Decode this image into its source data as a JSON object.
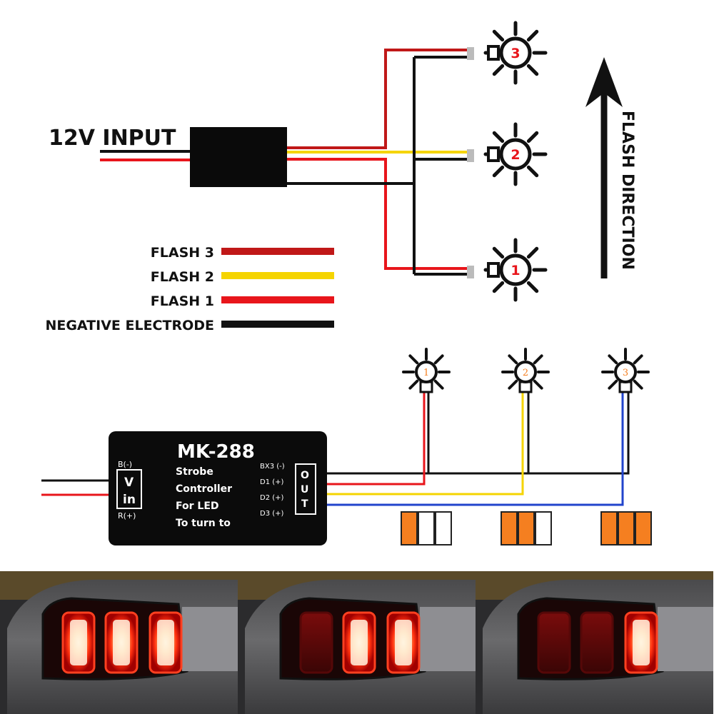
{
  "top_diagram": {
    "input_label": "12V INPUT",
    "bulbs": [
      {
        "number": "1"
      },
      {
        "number": "2"
      },
      {
        "number": "3"
      }
    ],
    "direction_label": "FLASH DIRECTION"
  },
  "legend": [
    {
      "label": "FLASH  3",
      "color": "#c01818"
    },
    {
      "label": "FLASH  2",
      "color": "#f5d400"
    },
    {
      "label": "FLASH  1",
      "color": "#e8151b"
    },
    {
      "label": "NEGATIVE ELECTRODE",
      "color": "#111111"
    }
  ],
  "module": {
    "title": "MK-288",
    "description_lines": [
      "Strobe",
      "Controller",
      "For LED",
      "To turn to"
    ],
    "input_terminals": {
      "neg": "B(-)",
      "pos": "R(+)",
      "vin_top": "V",
      "vin_bottom": "in"
    },
    "output_terminals": [
      "BX3 (-)",
      "D1  (+)",
      "D2  (+)",
      "D3  (+)"
    ],
    "out_label": [
      "O",
      "U",
      "T"
    ]
  },
  "bottom_bulbs": [
    {
      "number": "1",
      "wire_color": "#e8151b"
    },
    {
      "number": "2",
      "wire_color": "#f5d400"
    },
    {
      "number": "3",
      "wire_color": "#2244cc"
    }
  ],
  "sequence_indicators": [
    [
      true,
      false,
      false
    ],
    [
      true,
      true,
      false
    ],
    [
      true,
      true,
      true
    ]
  ],
  "colors": {
    "indicator_on": "#f57f20",
    "wire_red": "#e8151b",
    "wire_darkred": "#c01818",
    "wire_yellow": "#f5d400",
    "wire_blue": "#2244cc",
    "wire_black": "#111111"
  },
  "photos": [
    {
      "step": 1,
      "lit_segments": [
        true,
        true,
        true
      ]
    },
    {
      "step": 2,
      "lit_segments": [
        false,
        true,
        true
      ]
    },
    {
      "step": 3,
      "lit_segments": [
        false,
        false,
        true
      ]
    }
  ]
}
